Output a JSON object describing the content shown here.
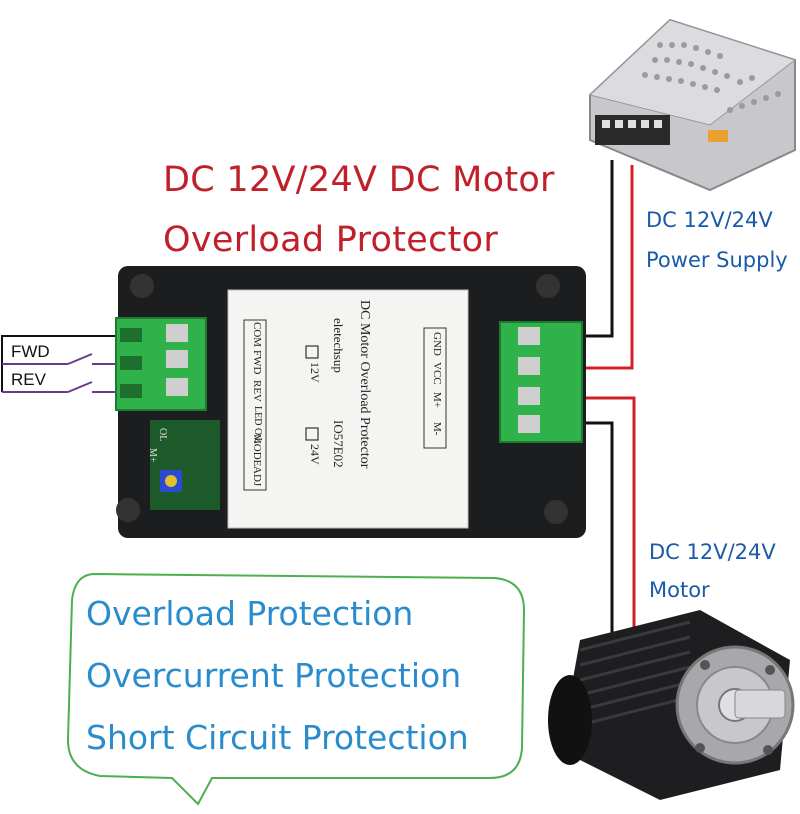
{
  "title": {
    "line1": "DC 12V/24V DC Motor",
    "line2": "Overload Protector"
  },
  "power_supply": {
    "label_line1": "DC 12V/24V",
    "label_line2": "Power Supply"
  },
  "motor": {
    "label_line1": "DC 12V/24V",
    "label_line2": "Motor"
  },
  "switches": {
    "fwd": "FWD",
    "rev": "REV"
  },
  "features": [
    "Overload Protection",
    "Overcurrent Protection",
    "Short Circuit Protection"
  ],
  "device_label": {
    "name": "DC Motor Overload Protector",
    "brand": "eletechsup",
    "model": "IO57E02",
    "opt_12v": "12V",
    "opt_24v": "24V",
    "left_pins": [
      "COM",
      "FWD",
      "REV",
      "LED O.L.",
      "MODE",
      "ADJ"
    ],
    "right_pins": [
      "GND",
      "VCC",
      "M+",
      "M-"
    ],
    "board_marks": [
      "OL",
      "M+"
    ]
  },
  "colors": {
    "title": "#c0202a",
    "label_blue": "#1a5aa8",
    "feature_blue": "#2a8ccc",
    "terminal_green": "#2fb24a",
    "wire_red": "#d0202a",
    "wire_black": "#111111",
    "bubble_border": "#4caf50"
  }
}
